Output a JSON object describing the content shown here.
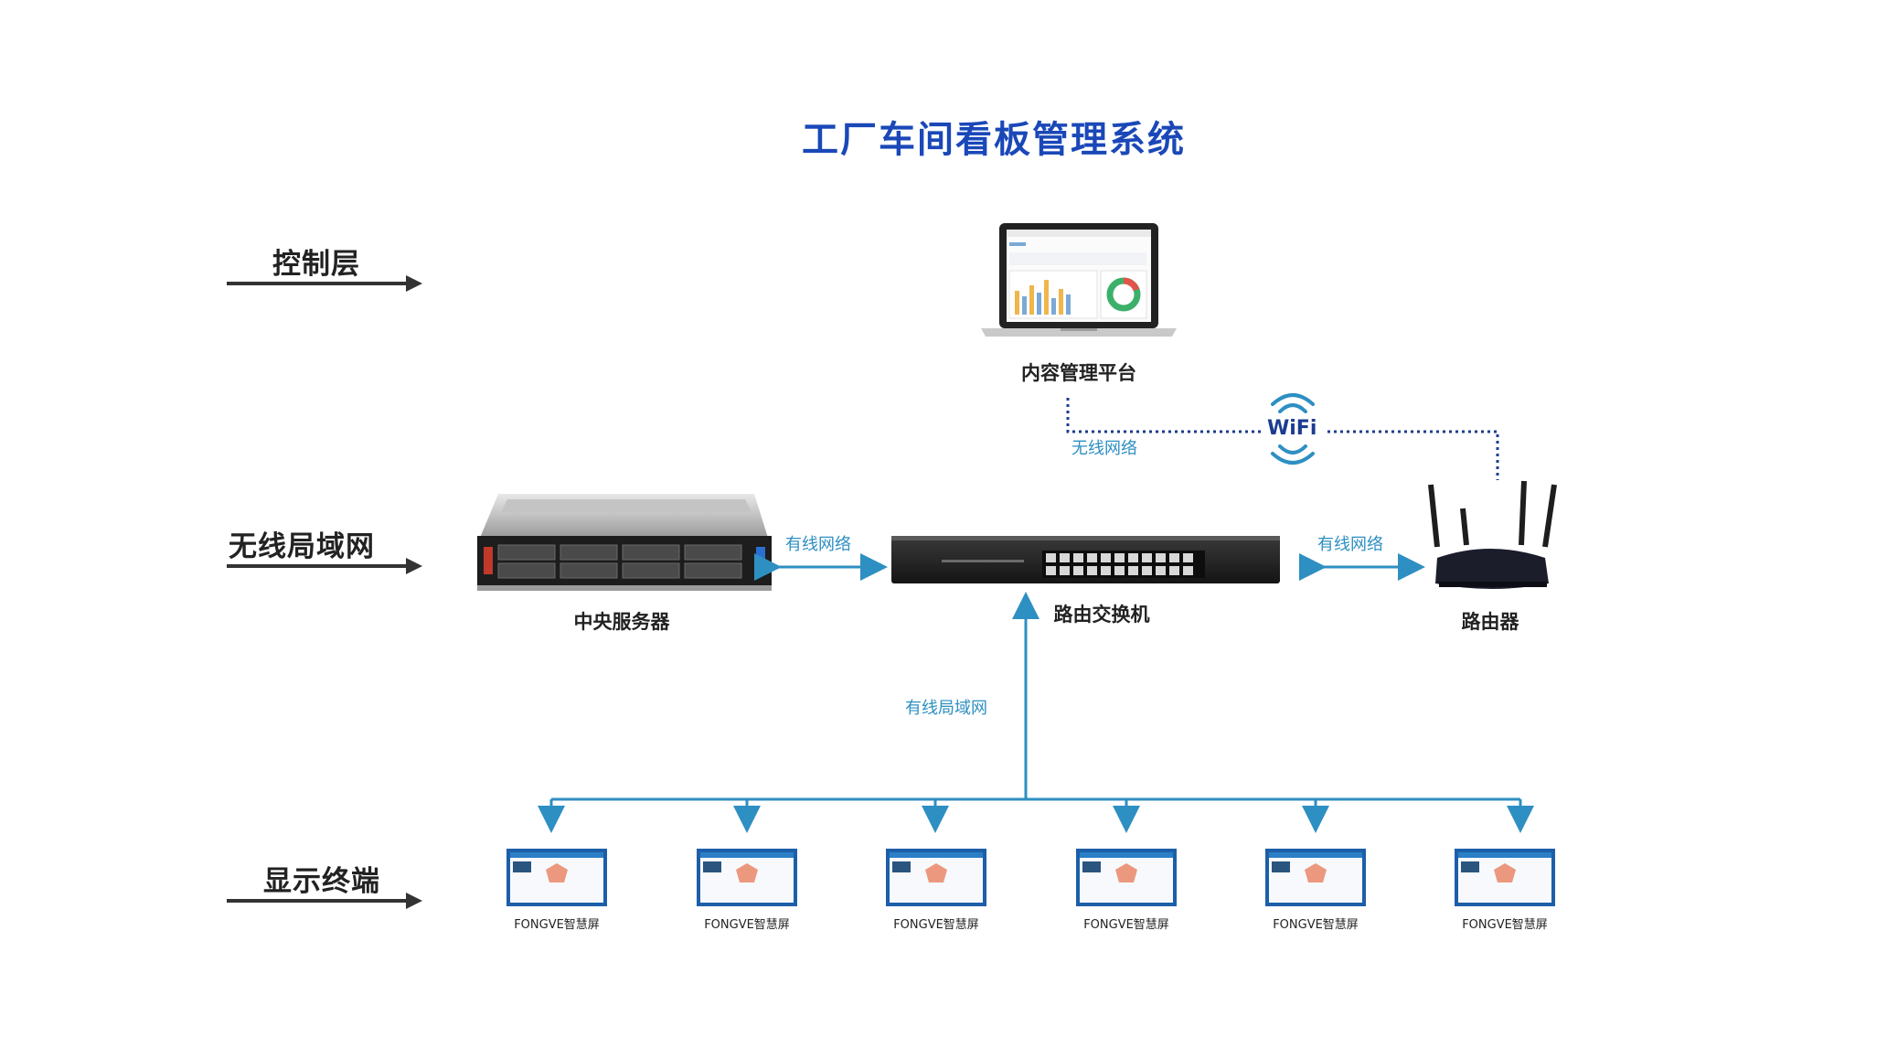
{
  "title": "工厂车间看板管理系统",
  "layers": [
    {
      "label": "控制层"
    },
    {
      "label": "无线局域网"
    },
    {
      "label": "显示终端"
    }
  ],
  "devices": {
    "platform": "内容管理平台",
    "server": "中央服务器",
    "switch": "路由交换机",
    "router": "路由器"
  },
  "network_labels": {
    "wireless_top": "无线网络",
    "wifi": "WiFi",
    "server_link": "有线网络",
    "router_link": "有线网络",
    "wired_lan": "有线局域网"
  },
  "terminals": [
    {
      "label": "FONGVE智慧屏"
    },
    {
      "label": "FONGVE智慧屏"
    },
    {
      "label": "FONGVE智慧屏"
    },
    {
      "label": "FONGVE智慧屏"
    },
    {
      "label": "FONGVE智慧屏"
    },
    {
      "label": "FONGVE智慧屏"
    }
  ],
  "colors": {
    "title": "#1a48b8",
    "link": "#2e8fc2",
    "wifi_dots": "#1c3d8f",
    "arrow": "#333333"
  }
}
